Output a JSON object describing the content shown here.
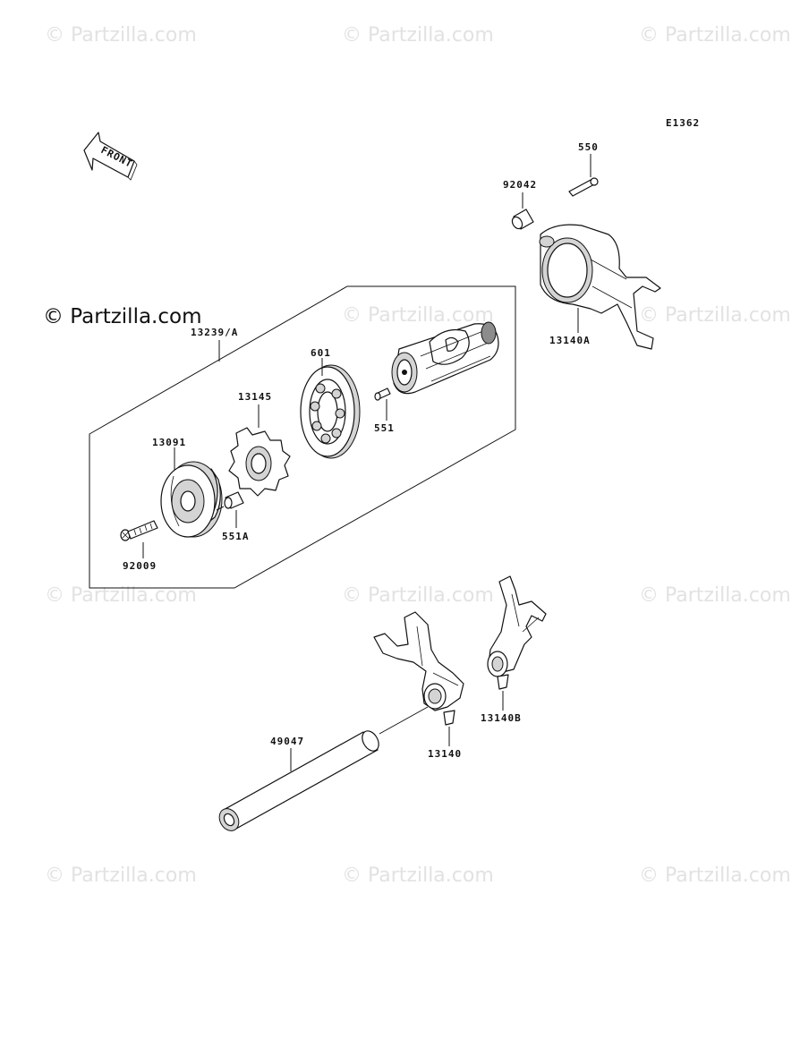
{
  "diagram_code": "E1362",
  "front_label": "FRONT",
  "watermark": "© Partzilla.com",
  "watermark_main": "© Partzilla.com",
  "parts": {
    "p550": "550",
    "p92042": "92042",
    "p13140A": "13140A",
    "p13239A": "13239/A",
    "p601": "601",
    "p13145": "13145",
    "p551": "551",
    "p13091": "13091",
    "p551A": "551A",
    "p92009": "92009",
    "p49047": "49047",
    "p13140": "13140",
    "p13140B": "13140B"
  }
}
